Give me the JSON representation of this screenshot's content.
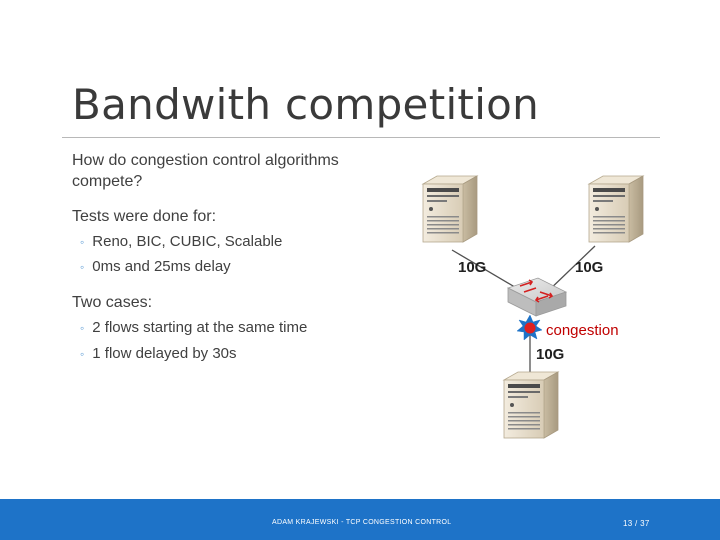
{
  "slide": {
    "title": "Bandwith competition",
    "question_line1": "How do congestion control algorithms",
    "question_line2": "compete?",
    "tests_heading": "Tests were done for:",
    "tests_items": [
      "Reno, BIC, CUBIC, Scalable",
      "0ms and 25ms delay"
    ],
    "cases_heading": "Two cases:",
    "cases_items": [
      "2 flows starting at the same time",
      "1 flow delayed by 30s"
    ]
  },
  "diagram": {
    "link_left": "10G",
    "link_right": "10G",
    "link_bottom": "10G",
    "congestion_label": "congestion"
  },
  "footer": {
    "author": "ADAM KRAJEWSKI - TCP CONGESTION CONTROL",
    "page": "13 / 37"
  },
  "colors": {
    "accent": "#5b9bd5",
    "footer_bg": "#1e73c8",
    "congestion": "#c00000"
  }
}
